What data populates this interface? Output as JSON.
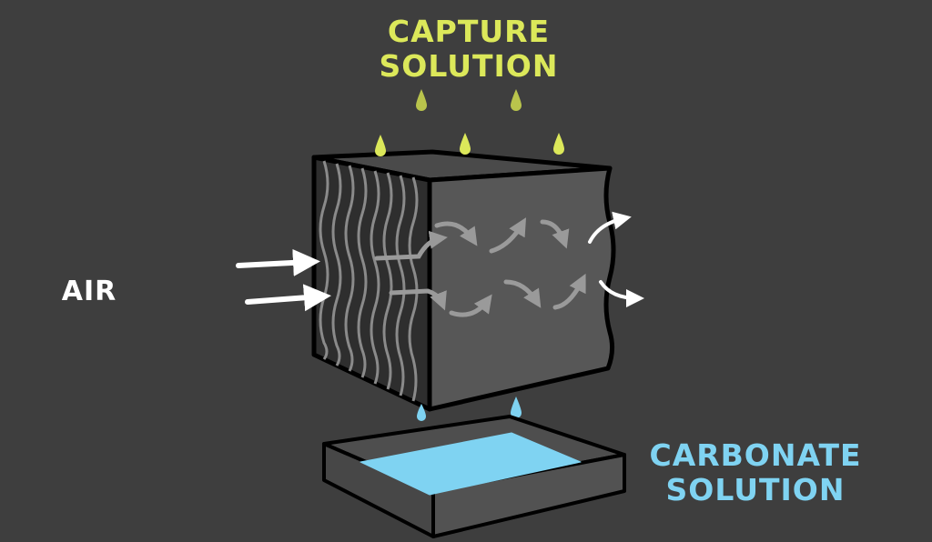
{
  "labels": {
    "capture_line1": "CAPTURE",
    "capture_line2": "SOLUTION",
    "air": "AIR",
    "carbonate_line1": "CARBONATE",
    "carbonate_line2": "SOLUTION"
  },
  "colors": {
    "background": "#3e3e3e",
    "capture_solution": "#dce85a",
    "carbonate_solution": "#7fd3f2",
    "air": "#ffffff",
    "block_front": "#575757",
    "block_top": "#4a4a4a",
    "outline": "#000000"
  }
}
